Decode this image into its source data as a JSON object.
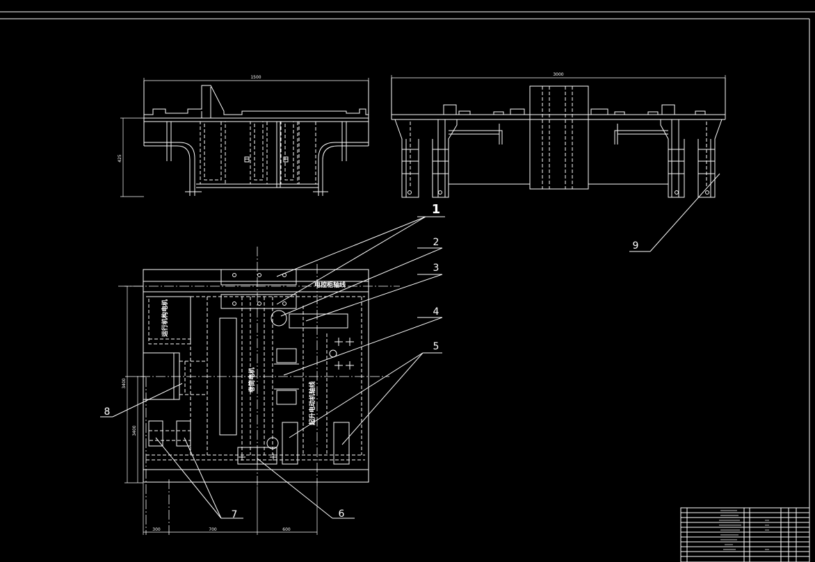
{
  "dimensions": {
    "front_width": "1500",
    "side_width": "3000",
    "front_height": "425",
    "plan_height_upper": "3400",
    "plan_height_lower": "3400",
    "plan_bottom_1": "300",
    "plan_bottom_2": "700",
    "plan_bottom_3": "600"
  },
  "balloons": [
    "1",
    "2",
    "3",
    "4",
    "5",
    "6",
    "7",
    "8",
    "9"
  ],
  "plan_labels": {
    "label_a": "运行机构电机",
    "label_b": "卷筒电机",
    "label_c": "起升电动机轴线",
    "label_d": "电控柜轴线"
  },
  "colors": {
    "background": "#000000",
    "line": "#ffffff"
  }
}
